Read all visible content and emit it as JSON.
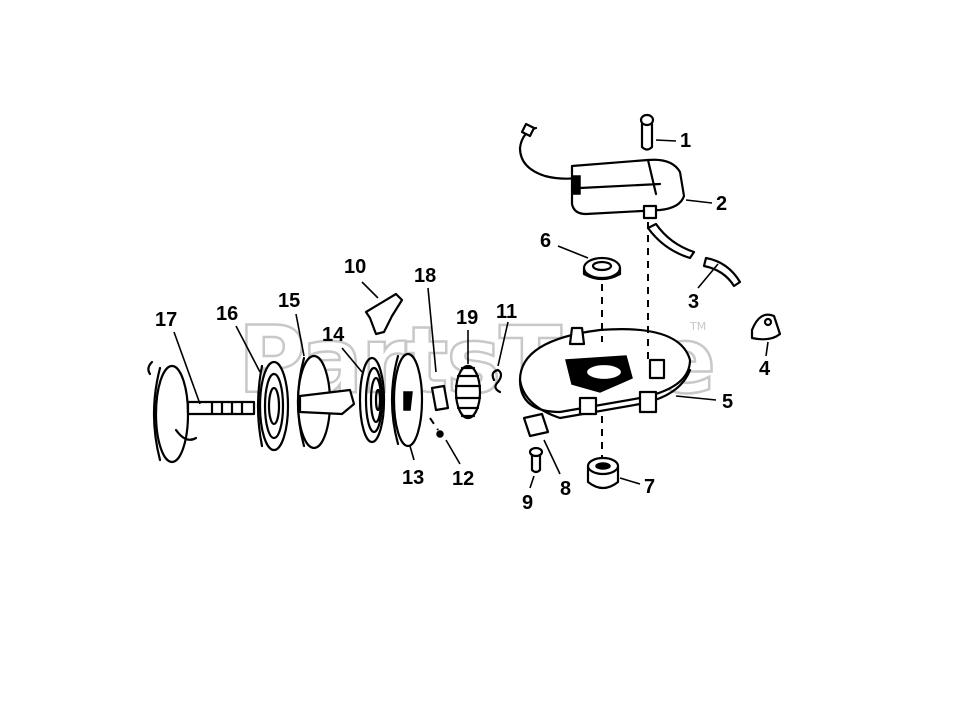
{
  "watermark": {
    "text": "PartsTree",
    "tm": "TM"
  },
  "callouts": [
    {
      "id": "1",
      "label": "1"
    },
    {
      "id": "2",
      "label": "2"
    },
    {
      "id": "3",
      "label": "3"
    },
    {
      "id": "4",
      "label": "4"
    },
    {
      "id": "5",
      "label": "5"
    },
    {
      "id": "6",
      "label": "6"
    },
    {
      "id": "7",
      "label": "7"
    },
    {
      "id": "8",
      "label": "8"
    },
    {
      "id": "9",
      "label": "9"
    },
    {
      "id": "10",
      "label": "10"
    },
    {
      "id": "11",
      "label": "11"
    },
    {
      "id": "12",
      "label": "12"
    },
    {
      "id": "13",
      "label": "13"
    },
    {
      "id": "14",
      "label": "14"
    },
    {
      "id": "15",
      "label": "15"
    },
    {
      "id": "16",
      "label": "16"
    },
    {
      "id": "17",
      "label": "17"
    },
    {
      "id": "18",
      "label": "18"
    },
    {
      "id": "19",
      "label": "19"
    }
  ]
}
